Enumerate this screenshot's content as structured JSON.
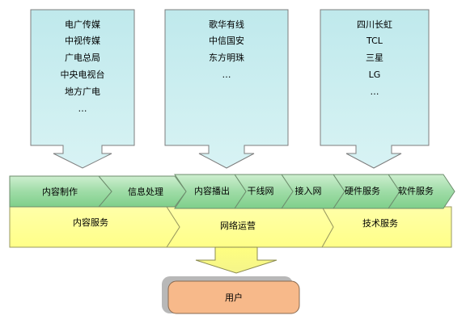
{
  "providers": [
    {
      "items": [
        "电广传媒",
        "中视传媒",
        "广电总局",
        "中央电视台",
        "地方广电",
        "…"
      ]
    },
    {
      "items": [
        "歌华有线",
        "中信国安",
        "东方明珠",
        "…"
      ]
    },
    {
      "items": [
        "四川长虹",
        "TCL",
        "三星",
        "LG",
        "…"
      ]
    }
  ],
  "value_chain": [
    "内容制作",
    "信息处理",
    "内容播出",
    "干线网",
    "接入网",
    "硬件服务",
    "软件服务"
  ],
  "service_layers": [
    "内容服务",
    "网络运营",
    "技术服务"
  ],
  "user_label": "用户",
  "colors": {
    "provider_fill": "#c6ecee",
    "chain_fill": "#a9e3b0",
    "service_fill": "#ffff99",
    "user_fill": "#f7b98a",
    "user_shadow": "#b8b8b8",
    "stroke": "#7d7d7d"
  }
}
